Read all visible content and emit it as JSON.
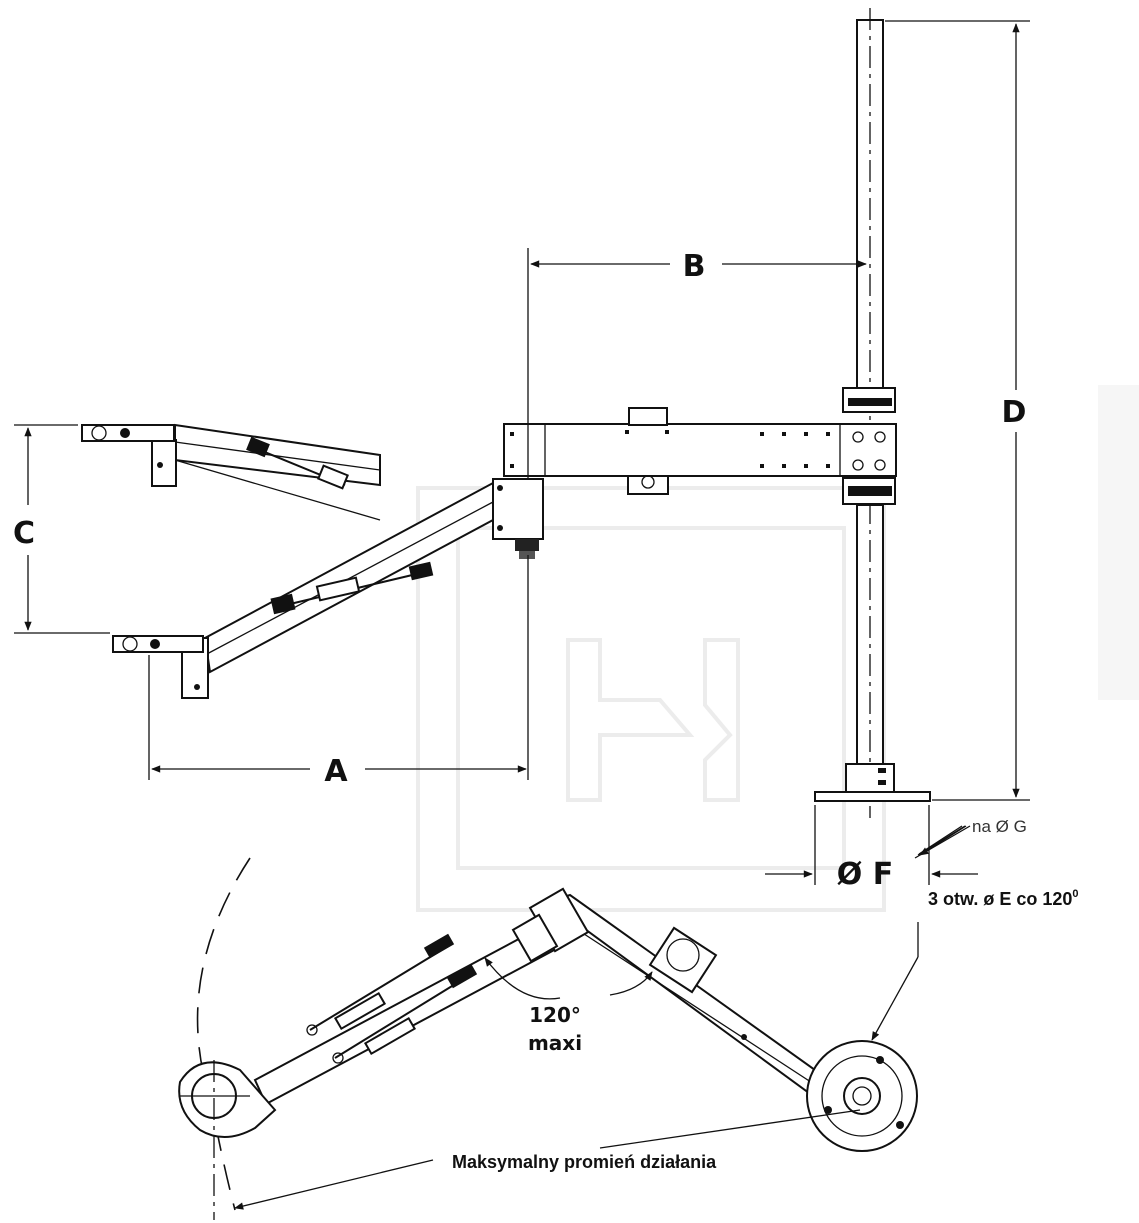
{
  "dimensions": {
    "a": "A",
    "b": "B",
    "c": "C",
    "d": "D",
    "f": "Ø F"
  },
  "angle": {
    "value": "120°",
    "note": "maxi"
  },
  "mounting": {
    "holes": "3 otw.  ø E co 120",
    "holes_sup": "0",
    "bolt_circle": "na Ø G"
  },
  "reach_label": "Maksymalny promień działania",
  "colors": {
    "line": "#111111",
    "watermark": "#ececec"
  }
}
